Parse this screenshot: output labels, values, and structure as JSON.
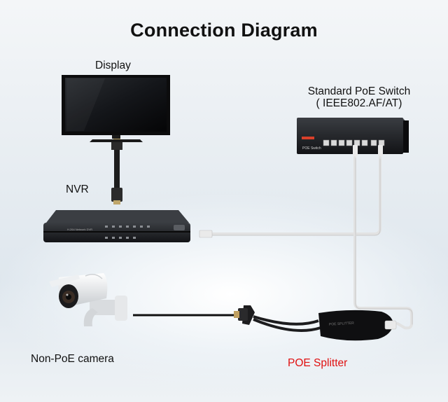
{
  "title": "Connection Diagram",
  "labels": {
    "display": "Display",
    "switch_line1": "Standard PoE Switch",
    "switch_line2": "( IEEE802.AF/AT)",
    "nvr": "NVR",
    "camera": "Non-PoE camera",
    "splitter": "POE Splitter"
  },
  "colors": {
    "splitter_label": "#e01010",
    "cable": "#dcdcdc",
    "device_body": "#1a1a1a"
  },
  "icons": [
    "monitor-icon",
    "poe-switch-icon",
    "nvr-icon",
    "camera-icon",
    "poe-splitter-icon"
  ]
}
